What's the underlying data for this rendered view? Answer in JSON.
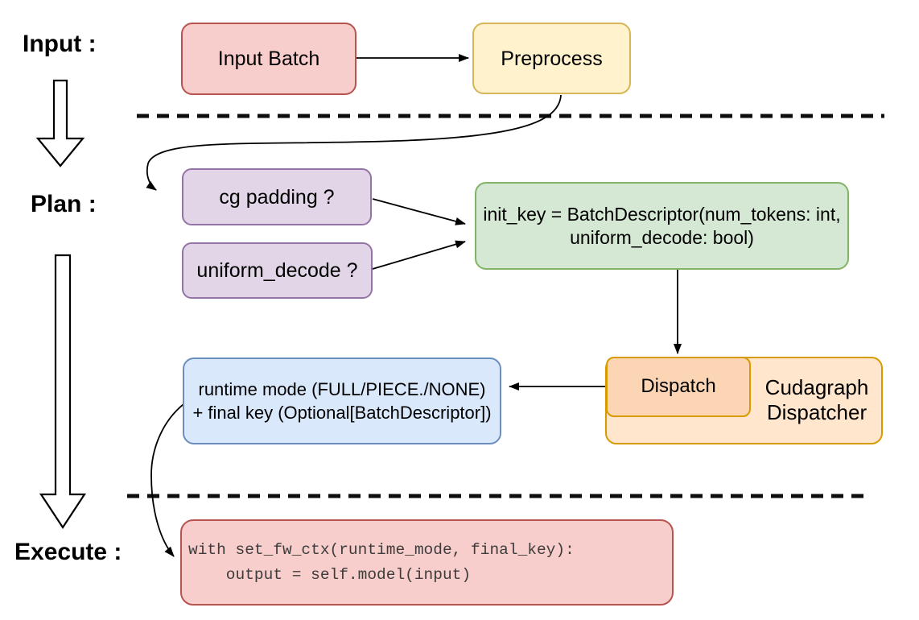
{
  "sections": {
    "input": {
      "label": "Input :"
    },
    "plan": {
      "label": "Plan :"
    },
    "execute": {
      "label": "Execute :"
    }
  },
  "nodes": {
    "input_batch": {
      "label": "Input Batch"
    },
    "preprocess": {
      "label": "Preprocess"
    },
    "cg_padding": {
      "label": "cg padding ?"
    },
    "uniform_decode": {
      "label": "uniform_decode ?"
    },
    "init_key": {
      "line1": "init_key = BatchDescriptor(num_tokens: int,",
      "line2": "uniform_decode: bool)"
    },
    "dispatch": {
      "label": "Dispatch"
    },
    "cudagraph_dispatcher": {
      "line1": "Cudagraph",
      "line2": "Dispatcher"
    },
    "runtime_mode": {
      "line1": "runtime mode (FULL/PIECE./NONE)",
      "line2": "+ final key (Optional[BatchDescriptor])"
    },
    "execute_code": {
      "line1": "with set_fw_ctx(runtime_mode, final_key):",
      "line2": "    output = self.model(input)"
    }
  },
  "colors": {
    "red_fill": "#f8cecc",
    "red_stroke": "#b85450",
    "yellow_fill": "#fff2cc",
    "yellow_stroke": "#d6b656",
    "purple_fill": "#e1d5e7",
    "purple_stroke": "#9673a6",
    "green_fill": "#d5e8d4",
    "green_stroke": "#82b366",
    "blue_fill": "#dae8fc",
    "blue_stroke": "#6c8ebf",
    "orange_fill": "#ffe6cc",
    "orange_stroke": "#d79b00",
    "dispatch_fill": "#fcd5b5",
    "connector": "#000000",
    "code_text": "#3c3c3c"
  }
}
